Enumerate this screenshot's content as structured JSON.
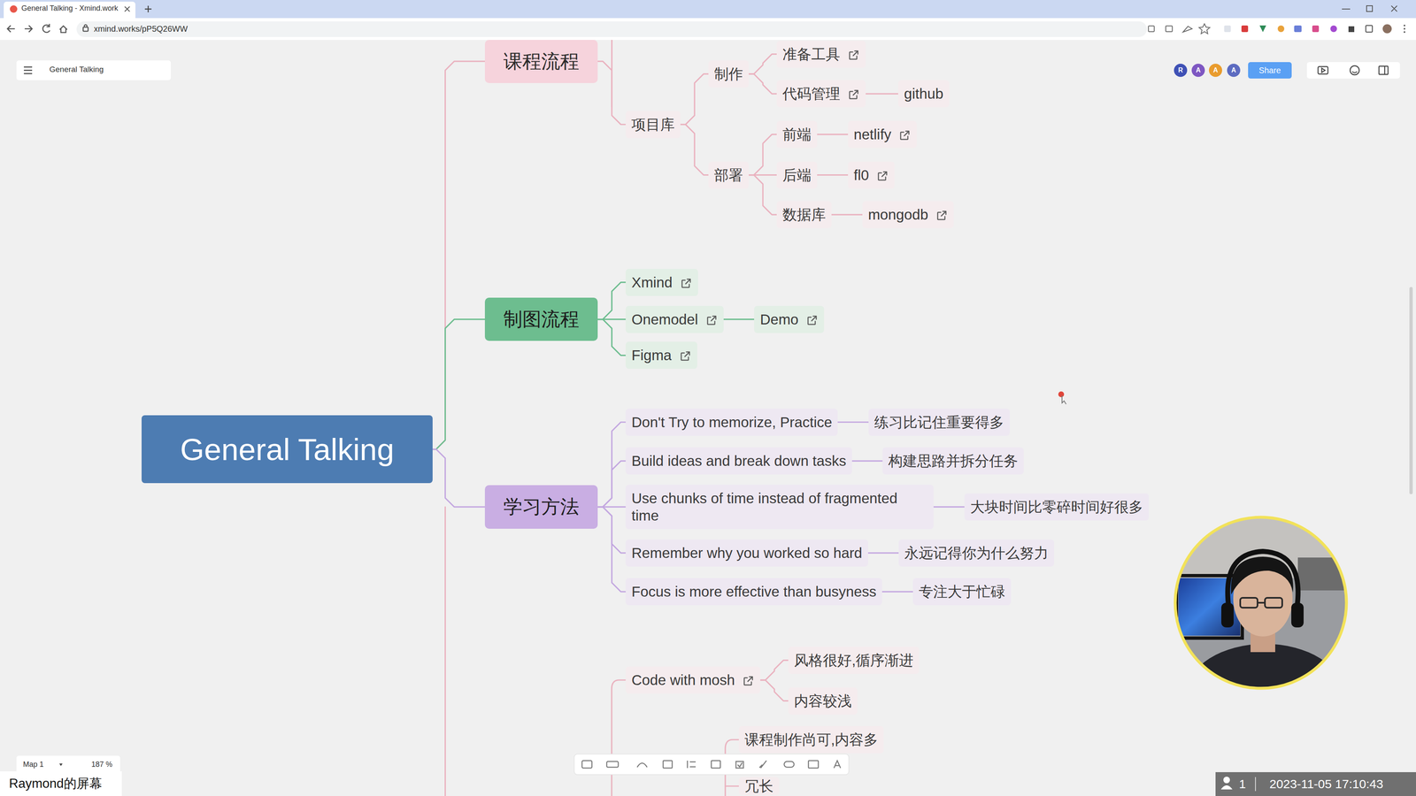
{
  "diagram": {
    "nodes": [
      {
        "text": [
          "General Talking"
        ]
      },
      {
        "text": [
          "课程流程"
        ]
      },
      {
        "text": [
          "项目库"
        ]
      },
      {
        "text": [
          "制作"
        ]
      },
      {
        "text": [
          "准备工具"
        ]
      },
      {
        "text": [
          "代码管理"
        ]
      },
      {
        "text": [
          "github"
        ]
      },
      {
        "text": [
          "部署"
        ]
      },
      {
        "text": [
          "前端"
        ]
      },
      {
        "text": [
          "netlify"
        ]
      },
      {
        "text": [
          "后端"
        ]
      },
      {
        "text": [
          "fl0"
        ]
      },
      {
        "text": [
          "数据库"
        ]
      },
      {
        "text": [
          "mongodb"
        ]
      },
      {
        "text": [
          "制图流程"
        ]
      },
      {
        "text": [
          "Xmind"
        ]
      },
      {
        "text": [
          "Onemodel"
        ]
      },
      {
        "text": [
          "Demo"
        ]
      },
      {
        "text": [
          "Figma"
        ]
      },
      {
        "text": [
          "学习方法"
        ]
      },
      {
        "text": [
          "Don't Try to memorize, Practice"
        ]
      },
      {
        "text": [
          "练习比记住重要得多"
        ]
      },
      {
        "text": [
          "Build ideas and break down tasks"
        ]
      },
      {
        "text": [
          "构建思路并拆分任务"
        ]
      },
      {
        "text": [
          "Use chunks of time instead of fragmented time"
        ]
      },
      {
        "text": [
          "大块时间比零碎时间好很多"
        ]
      },
      {
        "text": [
          "Remember why you worked so hard"
        ]
      },
      {
        "text": [
          "永远记得你为什么努力"
        ]
      },
      {
        "text": [
          "Focus is more effective than busyness"
        ]
      },
      {
        "text": [
          "专注大于忙碌"
        ]
      },
      {
        "text": [
          "Code with mosh"
        ]
      },
      {
        "text": [
          "风格很好,循序渐进"
        ]
      },
      {
        "text": [
          "内容较浅"
        ]
      },
      {
        "text": [
          "课程制作尚可,内容多"
        ]
      },
      {
        "text": [
          "冗长"
        ]
      }
    ],
    "edges": [
      {
        "from": 0,
        "to": 1,
        "arrow": "none"
      },
      {
        "from": 1,
        "to": 2,
        "arrow": "none"
      },
      {
        "from": 2,
        "to": 3,
        "arrow": "none"
      },
      {
        "from": 3,
        "to": 4,
        "arrow": "none"
      },
      {
        "from": 3,
        "to": 5,
        "arrow": "none"
      },
      {
        "from": 5,
        "to": 6,
        "arrow": "none"
      },
      {
        "from": 2,
        "to": 7,
        "arrow": "none"
      },
      {
        "from": 7,
        "to": 8,
        "arrow": "none"
      },
      {
        "from": 8,
        "to": 9,
        "arrow": "none"
      },
      {
        "from": 7,
        "to": 10,
        "arrow": "none"
      },
      {
        "from": 10,
        "to": 11,
        "arrow": "none"
      },
      {
        "from": 7,
        "to": 12,
        "arrow": "none"
      },
      {
        "from": 12,
        "to": 13,
        "arrow": "none"
      },
      {
        "from": 0,
        "to": 14,
        "arrow": "none"
      },
      {
        "from": 14,
        "to": 15,
        "arrow": "none"
      },
      {
        "from": 14,
        "to": 16,
        "arrow": "none"
      },
      {
        "from": 16,
        "to": 17,
        "arrow": "none"
      },
      {
        "from": 14,
        "to": 18,
        "arrow": "none"
      },
      {
        "from": 0,
        "to": 19,
        "arrow": "none"
      },
      {
        "from": 19,
        "to": 20,
        "arrow": "none"
      },
      {
        "from": 20,
        "to": 21,
        "arrow": "none"
      },
      {
        "from": 19,
        "to": 22,
        "arrow": "none"
      },
      {
        "from": 22,
        "to": 23,
        "arrow": "none"
      },
      {
        "from": 19,
        "to": 24,
        "arrow": "none"
      },
      {
        "from": 24,
        "to": 25,
        "arrow": "none"
      },
      {
        "from": 19,
        "to": 26,
        "arrow": "none"
      },
      {
        "from": 26,
        "to": 27,
        "arrow": "none"
      },
      {
        "from": 19,
        "to": 28,
        "arrow": "none"
      },
      {
        "from": 28,
        "to": 29,
        "arrow": "none"
      },
      {
        "from": 30,
        "to": 31,
        "arrow": "none"
      },
      {
        "from": 30,
        "to": 32,
        "arrow": "none"
      }
    ],
    "labels": [
      "General Talking - Xmind.work",
      "xmind.works/pP5Q26WW",
      "General Talking",
      "R",
      "A",
      "A",
      "A",
      "Share",
      "Map 1",
      "187 %",
      "Raymond的屏幕",
      "1",
      "2023-11-05 17:10:43"
    ]
  }
}
